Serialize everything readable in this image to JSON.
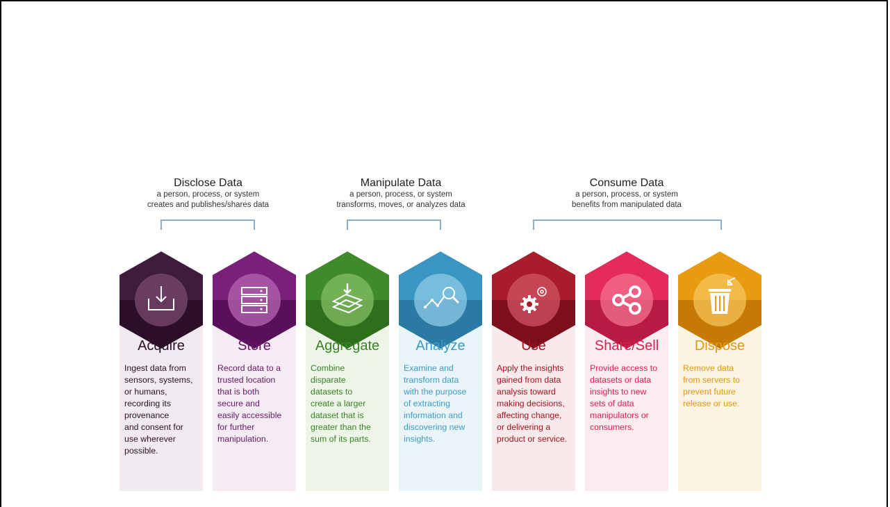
{
  "groups": [
    {
      "title": "Disclose Data",
      "line1": "a person, process, or system",
      "line2": "creates and publishes/shares data"
    },
    {
      "title": "Manipulate Data",
      "line1": "a person, process, or system",
      "line2": "transforms, moves, or analyzes data"
    },
    {
      "title": "Consume Data",
      "line1": "a person, process, or system",
      "line2": "benefits from manipulated data"
    }
  ],
  "cards": [
    {
      "name": "Acquire",
      "icon": "download-tray-icon",
      "color": "#3f1b3c",
      "light": "#7a4a70",
      "dark": "#2b0f29",
      "panel": "#f1eaf0",
      "text": "#2a1027",
      "desc": "Ingest data from\nsensors, systems,\nor humans,\nrecording its\nprovenance\nand consent for\nuse wherever\npossible."
    },
    {
      "name": "Store",
      "icon": "server-stack-icon",
      "color": "#7a1f7a",
      "light": "#b467b2",
      "dark": "#5a0f5c",
      "panel": "#f4ebf4",
      "text": "#6a1668",
      "desc": "Record data to a\ntrusted location\nthat is both\nsecure and\neasily accessible\nfor further\nmanipulation."
    },
    {
      "name": "Aggregate",
      "icon": "layers-icon",
      "color": "#3f8a2a",
      "light": "#84bd63",
      "dark": "#2e6f1d",
      "panel": "#edf5e8",
      "text": "#3a8127",
      "desc": "Combine\ndisparate\ndatasets to\ncreate a larger\ndataset that is\ngreater than the\nsum of its parts."
    },
    {
      "name": "Analyze",
      "icon": "analytics-search-icon",
      "color": "#3a95c2",
      "light": "#8ccbe6",
      "dark": "#2a7aa3",
      "panel": "#eaf5fa",
      "text": "#3c9ac6",
      "desc": "Examine and\ntransform data\nwith the purpose\nof extracting\ninformation and\ndiscovering new\ninsights."
    },
    {
      "name": "Use",
      "icon": "gears-icon",
      "color": "#a81c2c",
      "light": "#d25463",
      "dark": "#7d0f1d",
      "panel": "#f8e9ea",
      "text": "#a0141f",
      "desc": "Apply the insights\ngained from data\nanalysis toward\nmaking decisions,\naffecting change,\nor delivering a\nproduct or service."
    },
    {
      "name": "Share/Sell",
      "icon": "share-icon",
      "color": "#e52b5b",
      "light": "#f3728f",
      "dark": "#b81a43",
      "panel": "#fcebef",
      "text": "#d8214e",
      "desc": "Provide access to\ndatasets or data\ninsights to new\nsets of data\nmanipulators or\nconsumers."
    },
    {
      "name": "Dispose",
      "icon": "trash-icon",
      "color": "#e89a10",
      "light": "#f5c458",
      "dark": "#c47a05",
      "panel": "#fdf3e2",
      "text": "#e29711",
      "desc": "Remove data\nfrom servers to\nprevent future\nrelease or use."
    }
  ]
}
